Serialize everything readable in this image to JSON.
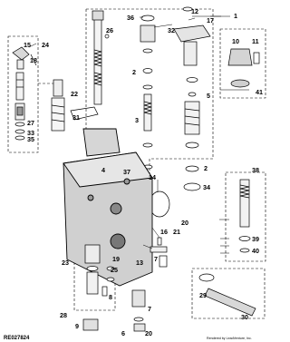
{
  "diagram": {
    "figure_code": "RE027824",
    "credit": "Rendered by LeadVenture, Inc.",
    "callouts": [
      "1",
      "2",
      "3",
      "4",
      "5",
      "6",
      "7",
      "8",
      "9",
      "10",
      "11",
      "12",
      "13",
      "14",
      "15",
      "16",
      "17",
      "18",
      "19",
      "20",
      "21",
      "22",
      "23",
      "24",
      "25",
      "26",
      "27",
      "28",
      "29",
      "30",
      "31",
      "32",
      "33",
      "34",
      "35",
      "36",
      "37",
      "38",
      "39",
      "40",
      "41"
    ]
  }
}
